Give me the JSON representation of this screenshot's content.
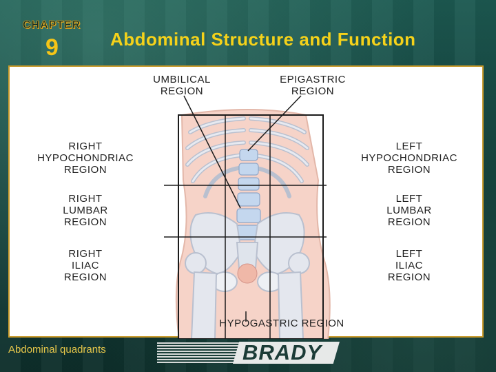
{
  "header": {
    "chapter_label": "CHAPTER",
    "chapter_number": "9",
    "title": "Abdominal Structure and Function"
  },
  "diagram": {
    "labels": {
      "umbilical": "UMBILICAL\nREGION",
      "epigastric": "EPIGASTRIC\nREGION",
      "right_hypochondriac": "RIGHT\nHYPOCHONDRIAC\nREGION",
      "left_hypochondriac": "LEFT\nHYPOCHONDRIAC\nREGION",
      "right_lumbar": "RIGHT\nLUMBAR\nREGION",
      "left_lumbar": "LEFT\nLUMBAR\nREGION",
      "right_iliac": "RIGHT\nILIAC\nREGION",
      "left_iliac": "LEFT\nILIAC\nREGION",
      "hypogastric": "HYPOGASTRIC REGION"
    }
  },
  "footer": {
    "caption": "Abdominal quadrants",
    "brand": "BRADY"
  },
  "colors": {
    "title": "#f5d21a",
    "frame_border": "#c89a2a",
    "skin": "#f6d3c8",
    "bone": "#e4e7ee",
    "bone_shadow": "#b9c0cf",
    "spine": "#c4d7ee"
  }
}
